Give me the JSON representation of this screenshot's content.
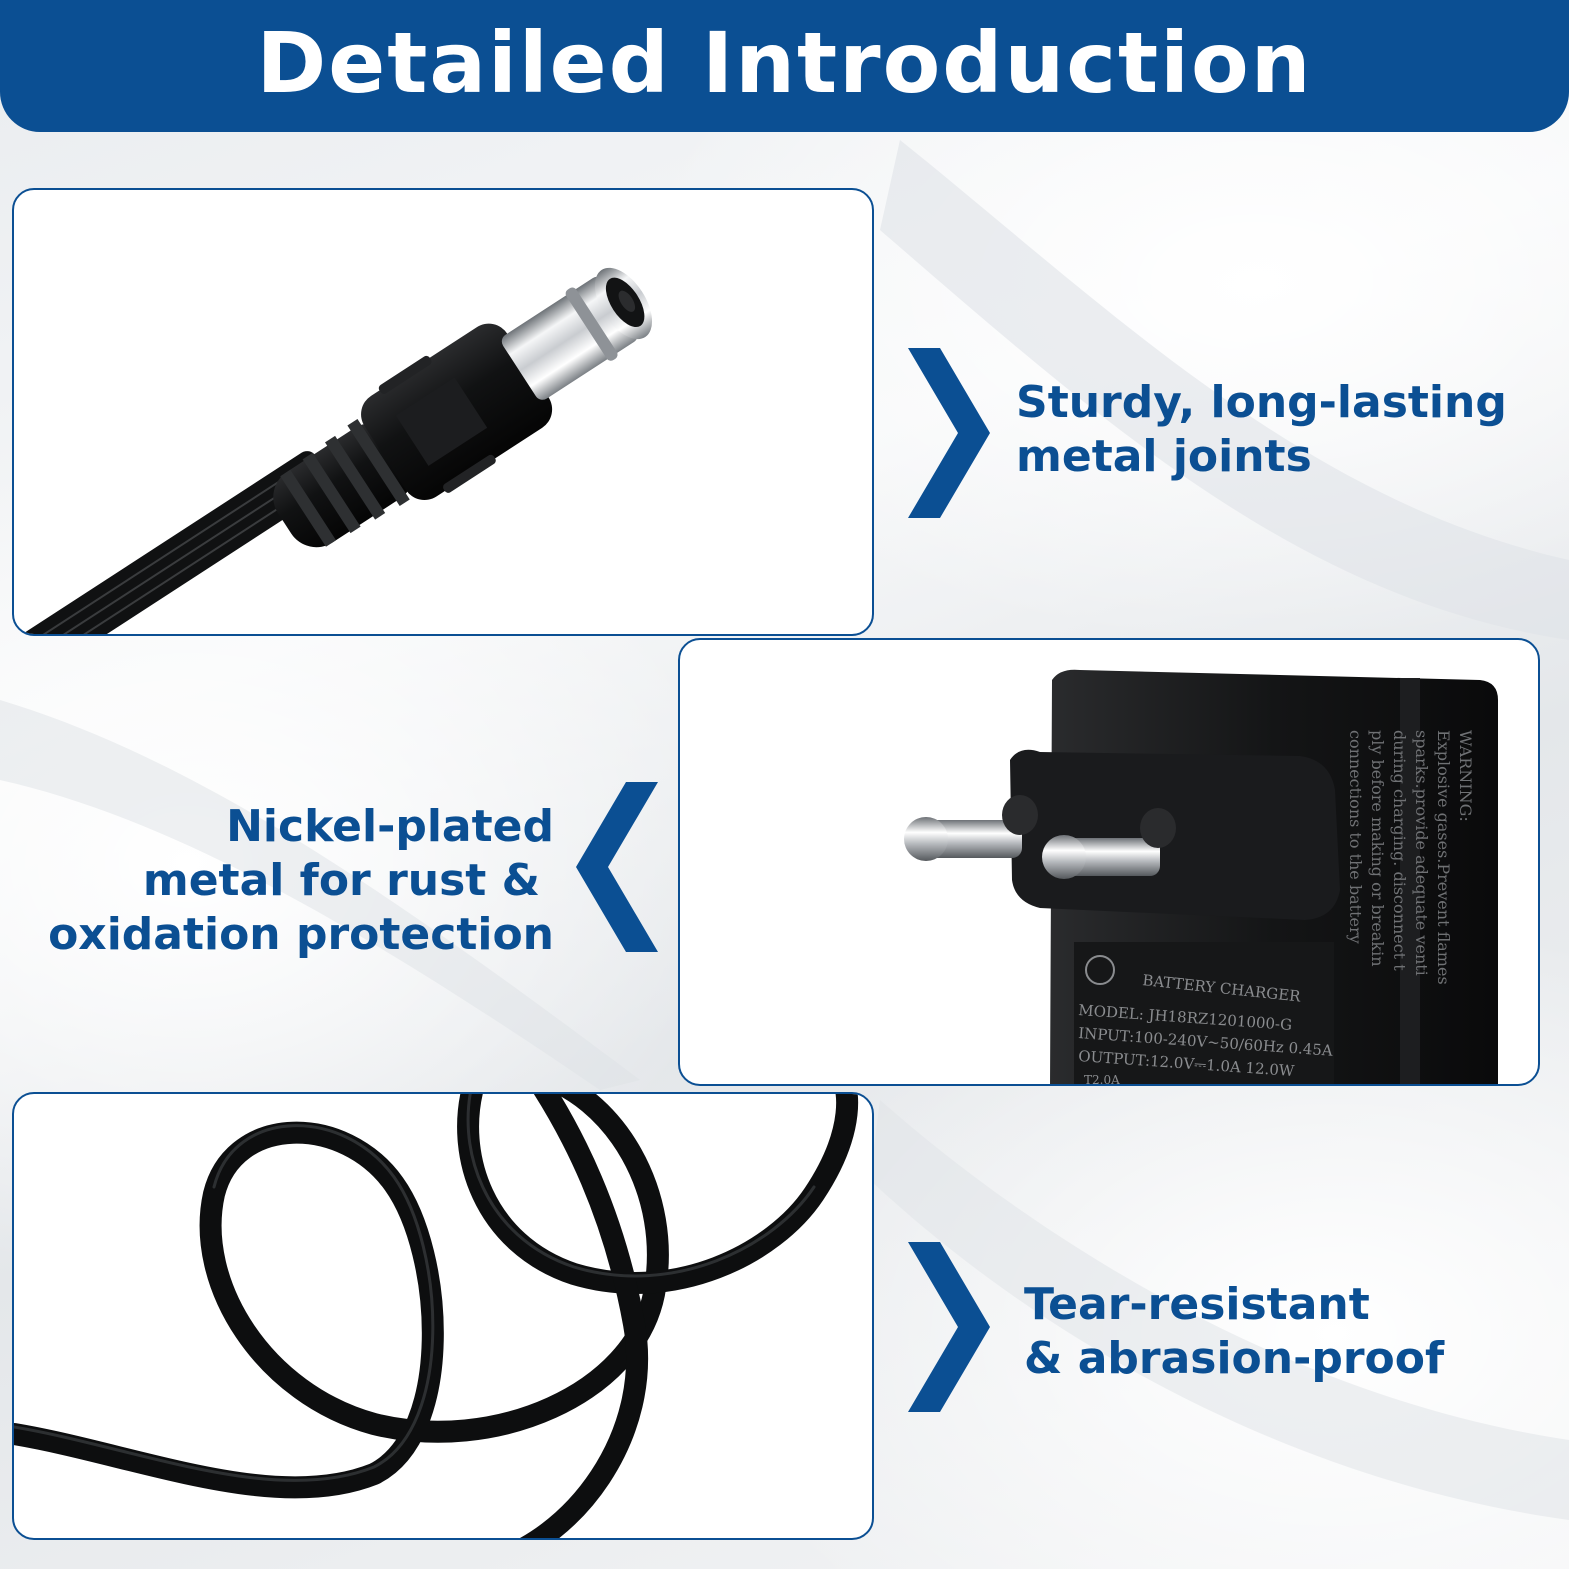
{
  "header": {
    "title": "Detailed Introduction"
  },
  "features": [
    {
      "lines": [
        "Sturdy, long-lasting",
        "metal joints"
      ]
    },
    {
      "lines": [
        "Nickel-plated",
        "metal for rust &",
        "oxidation protection"
      ]
    },
    {
      "lines": [
        "Tear-resistant",
        "& abrasion-proof"
      ]
    }
  ],
  "charger_label": {
    "warning_title": "WARNING:",
    "warning_lines": [
      "Explosive gases.Prevent flames",
      "sparks.provide adequate venti",
      "during charging. disconnect t",
      "ply before making or breakin",
      "connections to the battery"
    ],
    "brand": "BATTERY CHARGER",
    "model": "MODEL: JH18RZ1201000-G",
    "input": "INPUT:100-240V~50/60Hz 0.45A",
    "output": "OUTPUT:12.0V⎓1.0A  12.0W",
    "fuse": "T2.0A"
  },
  "icons": [
    "chevron-right-icon",
    "chevron-left-icon",
    "chevron-right-icon"
  ],
  "colors": {
    "brand_blue": "#0b4f93",
    "text_blue": "#0b4f93"
  }
}
